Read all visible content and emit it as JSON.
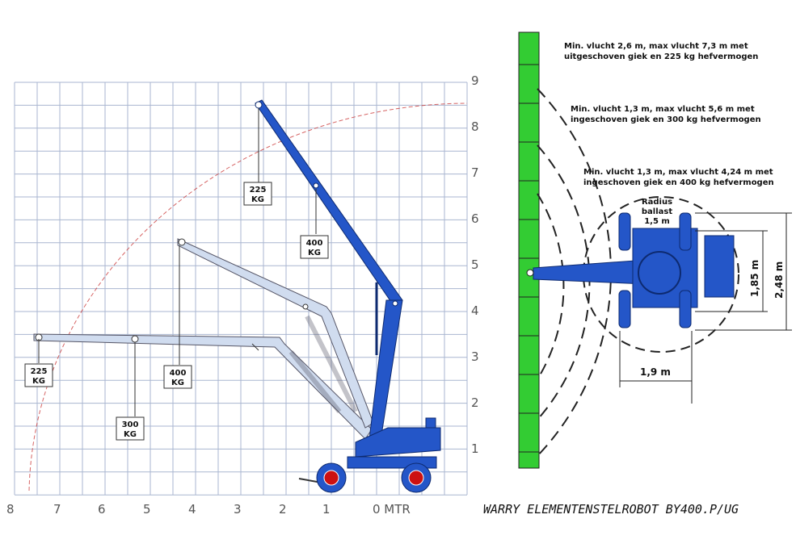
{
  "side_view": {
    "x_ticks": [
      "8",
      "7",
      "6",
      "5",
      "4",
      "3",
      "2",
      "1",
      "0 MTR"
    ],
    "y_ticks": [
      "1",
      "2",
      "3",
      "4",
      "5",
      "6",
      "7",
      "8",
      "9"
    ],
    "load_labels": {
      "boom_top_225": [
        "225",
        "KG"
      ],
      "boom_top_400": [
        "400",
        "KG"
      ],
      "boom_mid_400": [
        "400",
        "KG"
      ],
      "boom_low_225": [
        "225",
        "KG"
      ],
      "boom_low_300": [
        "300",
        "KG"
      ]
    }
  },
  "top_view": {
    "ring_notes": [
      [
        "Min. vlucht 2,6 m, max vlucht 7,3 m met",
        "uitgeschoven giek en 225 kg hefvermogen"
      ],
      [
        "Min. vlucht 1,3 m, max vlucht 5,6 m met",
        "ingeschoven giek en 300 kg hefvermogen"
      ],
      [
        "Min. vlucht 1,3 m, max vlucht 4,24 m met",
        "ingeschoven giek en 400 kg hefvermogen"
      ]
    ],
    "ballast_label": [
      "Radius",
      "ballast",
      "1,5 m"
    ],
    "dimensions": {
      "track_width": "1,85 m",
      "overall_width": "2,48 m",
      "wheelbase": "1,9 m"
    }
  },
  "caption": "WARRY ELEMENTENSTELROBOT BY400.P/UG",
  "colors": {
    "grid": "#a9b6d0",
    "boom_blue": "#2456c8",
    "boom_light": "#d0dcef",
    "reach_arc": "#c83030",
    "wall_green": "#33cc33",
    "wheel_red": "#cc1111"
  }
}
